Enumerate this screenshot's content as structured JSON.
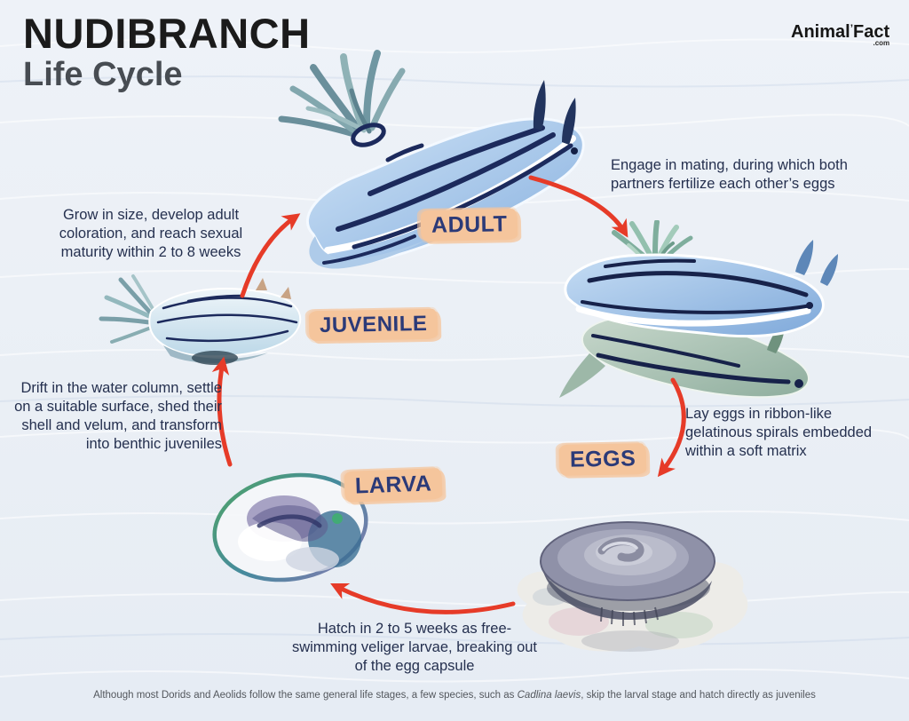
{
  "header": {
    "title": "NUDIBRANCH",
    "subtitle": "Life Cycle",
    "logo": {
      "part1": "Animal",
      "mark": "ʼ",
      "part2": "Fact",
      "tld": ".com"
    }
  },
  "stage_labels": {
    "adult": "ADULT",
    "juvenile": "JUVENILE",
    "larva": "LARVA",
    "eggs": "EGGS"
  },
  "captions": {
    "mating": "Engage in mating, during which both partners fertilize each other’s eggs",
    "grow": "Grow in size, develop adult coloration, and reach sexual maturity within 2 to 8 weeks",
    "drift": "Drift in the water column, settle on a suitable surface, shed their shell and velum, and transform into benthic juveniles",
    "lay": "Lay eggs in ribbon-like gelatinous spirals embedded within a soft matrix",
    "hatch": "Hatch in 2 to 5 weeks as free-swimming veliger larvae, breaking out of the egg capsule"
  },
  "footer": {
    "pre": "Although most Dorids and Aeolids follow the same general life stages, a few species, such as ",
    "species": "Cadlina laevis",
    "post": ", skip the larval stage and hatch directly as juveniles"
  },
  "colors": {
    "background": "#eaeff5",
    "arrow_color": "#e63b28",
    "label_bg": "#f5c59c",
    "label_text": "#2b3a78",
    "body_text": "#25304f",
    "title_color": "#1b1b1b",
    "subtitle_color": "#474c52",
    "footer_color": "#53575d"
  }
}
